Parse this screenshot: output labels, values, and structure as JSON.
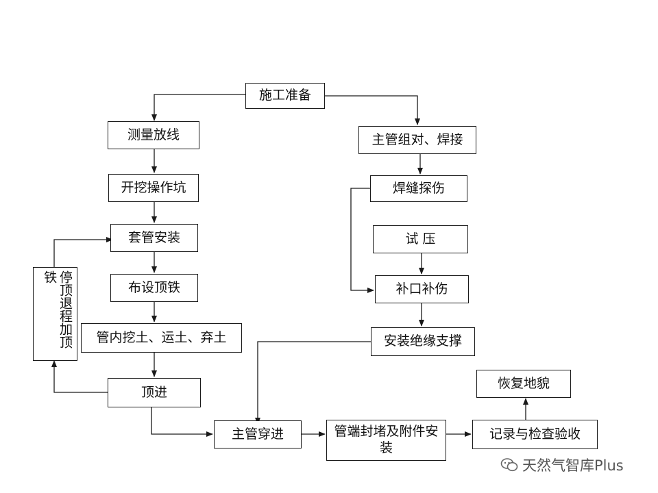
{
  "nodes": {
    "prep": "施工准备",
    "survey": "测量放线",
    "pit": "开挖操作坑",
    "casing": "套管安装",
    "rail": "布设顶铁",
    "dig": "管内挖土、运土、弃土",
    "jack": "顶进",
    "retract": "停顶退程加顶铁",
    "weld": "主管组对、焊接",
    "flaw": "焊缝探伤",
    "test": "试 压",
    "patch": "补口补伤",
    "insul": "安装绝缘支撑",
    "thread": "主管穿进",
    "seal": "管端封堵及附件安装",
    "record": "记录与检查验收",
    "restore": "恢复地貌"
  },
  "watermark": "天然气智库Plus",
  "colors": {
    "line": "#1a1a1a",
    "box_border": "#1a1a1a",
    "text": "#111111"
  }
}
